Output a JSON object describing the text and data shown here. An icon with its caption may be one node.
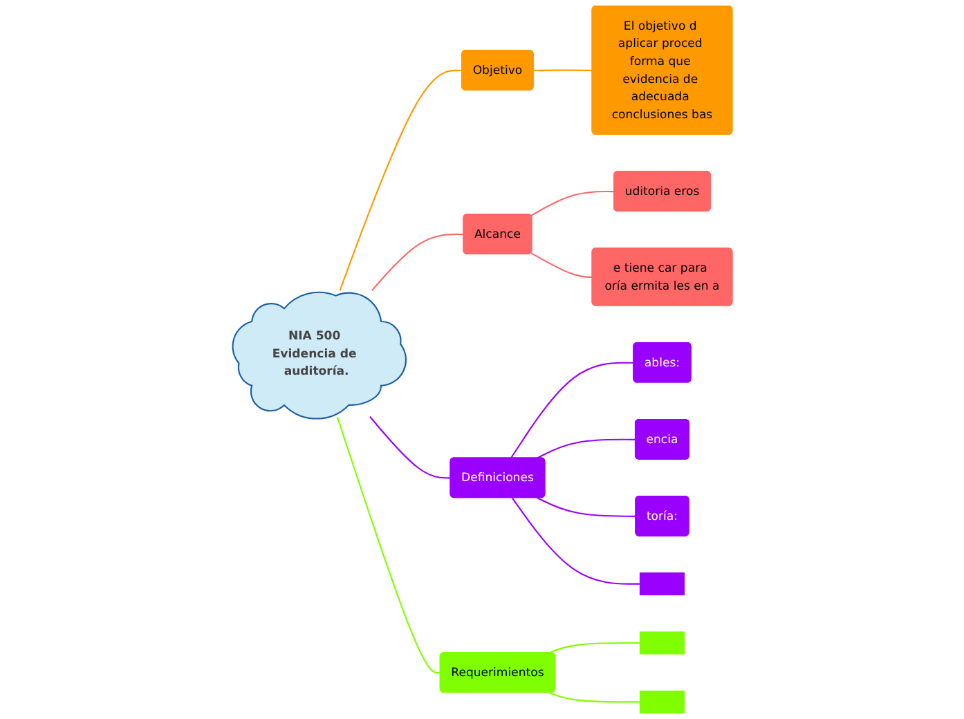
{
  "diagram": {
    "nodes": [
      {
        "text": [
          "NIA 500 Evidencia de auditoría."
        ]
      },
      {
        "text": [
          "Objetivo"
        ]
      },
      {
        "text": [
          "El objetivo d aplicar proced forma que evidencia de adecuada conclusiones bas"
        ]
      },
      {
        "text": [
          "Alcance"
        ]
      },
      {
        "text": [
          "uditoria eros"
        ]
      },
      {
        "text": [
          "e tiene car para oría ermita les en a"
        ]
      },
      {
        "text": [
          "Definiciones"
        ]
      },
      {
        "text": [
          "ables:"
        ]
      },
      {
        "text": [
          "encia"
        ]
      },
      {
        "text": [
          "toría:"
        ]
      },
      {
        "text": [],
        "shape": "box"
      },
      {
        "text": [
          "Requerimientos"
        ]
      },
      {
        "text": [],
        "shape": "box"
      },
      {
        "text": [],
        "shape": "box"
      }
    ],
    "edges": [
      {
        "from": 0,
        "to": 1,
        "arrow": "none",
        "color": "#ff9900"
      },
      {
        "from": 1,
        "to": 2,
        "arrow": "none",
        "color": "#ff9900"
      },
      {
        "from": 0,
        "to": 3,
        "arrow": "none",
        "color": "#ff6666"
      },
      {
        "from": 3,
        "to": 4,
        "arrow": "none",
        "color": "#ff6666"
      },
      {
        "from": 3,
        "to": 5,
        "arrow": "none",
        "color": "#ff6666"
      },
      {
        "from": 0,
        "to": 6,
        "arrow": "none",
        "color": "#9900ff"
      },
      {
        "from": 6,
        "to": 7,
        "arrow": "none",
        "color": "#9900ff"
      },
      {
        "from": 6,
        "to": 8,
        "arrow": "none",
        "color": "#9900ff"
      },
      {
        "from": 6,
        "to": 9,
        "arrow": "none",
        "color": "#9900ff"
      },
      {
        "from": 6,
        "to": 10,
        "arrow": "none",
        "color": "#9900ff"
      },
      {
        "from": 0,
        "to": 11,
        "arrow": "none",
        "color": "#80ff00"
      },
      {
        "from": 11,
        "to": 12,
        "arrow": "none",
        "color": "#80ff00"
      },
      {
        "from": 11,
        "to": 13,
        "arrow": "none",
        "color": "#80ff00"
      }
    ]
  }
}
